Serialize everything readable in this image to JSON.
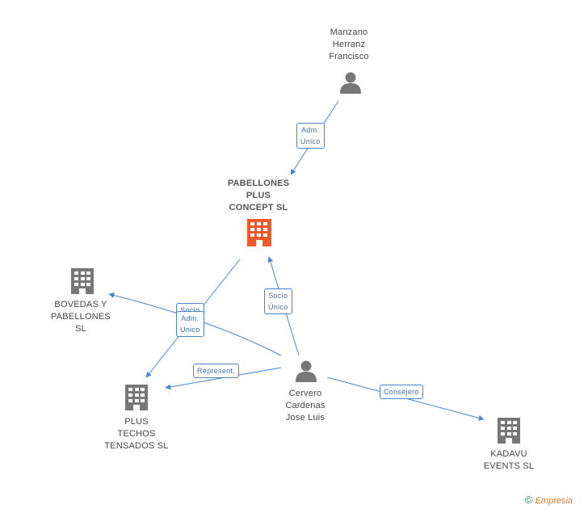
{
  "nodes": {
    "manzano": {
      "label_lines": [
        "Manzano",
        "Herranz",
        "Francisco"
      ],
      "type": "person"
    },
    "pabellones": {
      "label_lines": [
        "PABELLONES",
        "PLUS",
        "CONCEPT SL"
      ],
      "type": "company-main"
    },
    "bovedas": {
      "label_lines": [
        "BOVEDAS Y",
        "PABELLONES",
        "SL"
      ],
      "type": "company"
    },
    "plus_techos": {
      "label_lines": [
        "PLUS",
        "TECHOS",
        "TENSADOS SL"
      ],
      "type": "company"
    },
    "cervero": {
      "label_lines": [
        "Cervero",
        "Cardenas",
        "Jose Luis"
      ],
      "type": "person"
    },
    "kadavu": {
      "label_lines": [
        "KADAVU",
        "EVENTS SL"
      ],
      "type": "company"
    }
  },
  "edges": {
    "adm_unico_top": {
      "label": "Adm.\nUnico"
    },
    "socio_unico": {
      "label": "Socio\nÚnico"
    },
    "socio_hidden": {
      "label": "Socio\nÚnico"
    },
    "adm_unico_mid": {
      "label": "Adm.\nUnico"
    },
    "represent": {
      "label": "Represent."
    },
    "consejero": {
      "label": "Consejero"
    }
  },
  "brand": {
    "copyright": "©",
    "name": "Empresia"
  },
  "colors": {
    "edge": "#4a86c8",
    "main_company": "#f05a28",
    "company": "#777777",
    "person": "#777777"
  }
}
